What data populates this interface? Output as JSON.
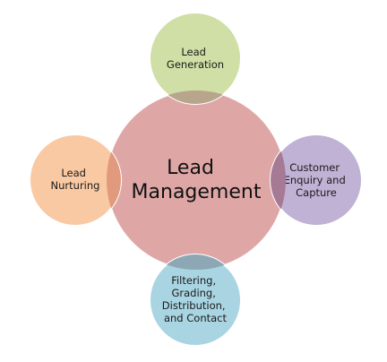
{
  "diagram": {
    "center": {
      "line1": "Lead",
      "line2": "Management",
      "color": "#dea7a6"
    },
    "nodes": [
      {
        "id": "lead-generation",
        "lines": [
          "Lead",
          "Generation"
        ],
        "color": "#cfdfa5"
      },
      {
        "id": "customer-enquiry",
        "lines": [
          "Customer",
          "Enquiry and",
          "Capture"
        ],
        "color": "#c0b2d4"
      },
      {
        "id": "filtering",
        "lines": [
          "Filtering,",
          "Grading,",
          "Distribution,",
          "and Contact"
        ],
        "color": "#a9d4e2"
      },
      {
        "id": "lead-nurturing",
        "lines": [
          "Lead",
          "Nurturing"
        ],
        "color": "#f9c9a3"
      }
    ]
  }
}
